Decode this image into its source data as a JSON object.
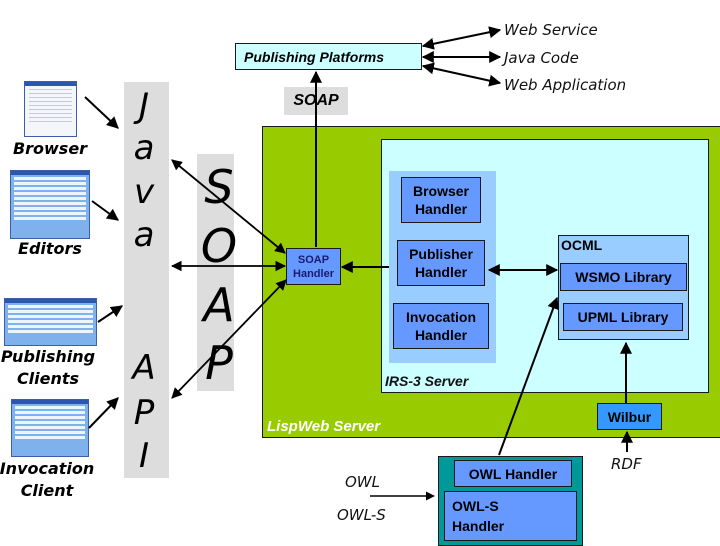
{
  "clients": [
    {
      "label": "Browser",
      "thumbnail": "browser-screenshot"
    },
    {
      "label": "Editors",
      "thumbnail": "editors-screenshot"
    },
    {
      "label_lines": [
        "Publishing",
        "Clients"
      ],
      "thumbnail": "publishing-clients-screenshot"
    },
    {
      "label_lines": [
        "Invocation",
        "Client"
      ],
      "thumbnail": "invocation-client-screenshot"
    }
  ],
  "java_api": {
    "letters": [
      "J",
      "a",
      "v",
      "a",
      "A",
      "P",
      "I"
    ]
  },
  "soap_column": {
    "letters": [
      "S",
      "O",
      "A",
      "P"
    ]
  },
  "publishing_platforms": {
    "label": "Publishing Platforms",
    "outputs": [
      "Web Service",
      "Java Code",
      "Web Application"
    ]
  },
  "soap_label": "SOAP",
  "lispweb_server": {
    "label": "LispWeb Server",
    "soap_handler": {
      "line1": "SOAP",
      "line2": "Handler"
    },
    "irs3_server": {
      "label": "IRS-3 Server",
      "handlers": [
        {
          "line1": "Browser",
          "line2": "Handler"
        },
        {
          "line1": "Publisher",
          "line2": "Handler"
        },
        {
          "line1": "Invocation",
          "line2": "Handler"
        }
      ],
      "ocml": {
        "label": "OCML",
        "libraries": [
          "WSMO Library",
          "UPML Library"
        ]
      }
    },
    "wilbur": "Wilbur"
  },
  "owl_module": {
    "owl_handler": "OWL Handler",
    "owls_handler": {
      "line1": "OWL-S",
      "line2": "Handler"
    }
  },
  "inputs": {
    "owl": "OWL",
    "owls": "OWL-S",
    "rdf": "RDF"
  },
  "colors": {
    "lispweb_green": "#99cc00",
    "irs3_bg": "#ccffff",
    "handler_panel": "#99ccff",
    "handler_box": "#6699ff",
    "platform_bg": "#ccffff",
    "api_gray": "#dddddd",
    "owl_teal": "#009999",
    "wilbur_blue": "#3399ff"
  }
}
